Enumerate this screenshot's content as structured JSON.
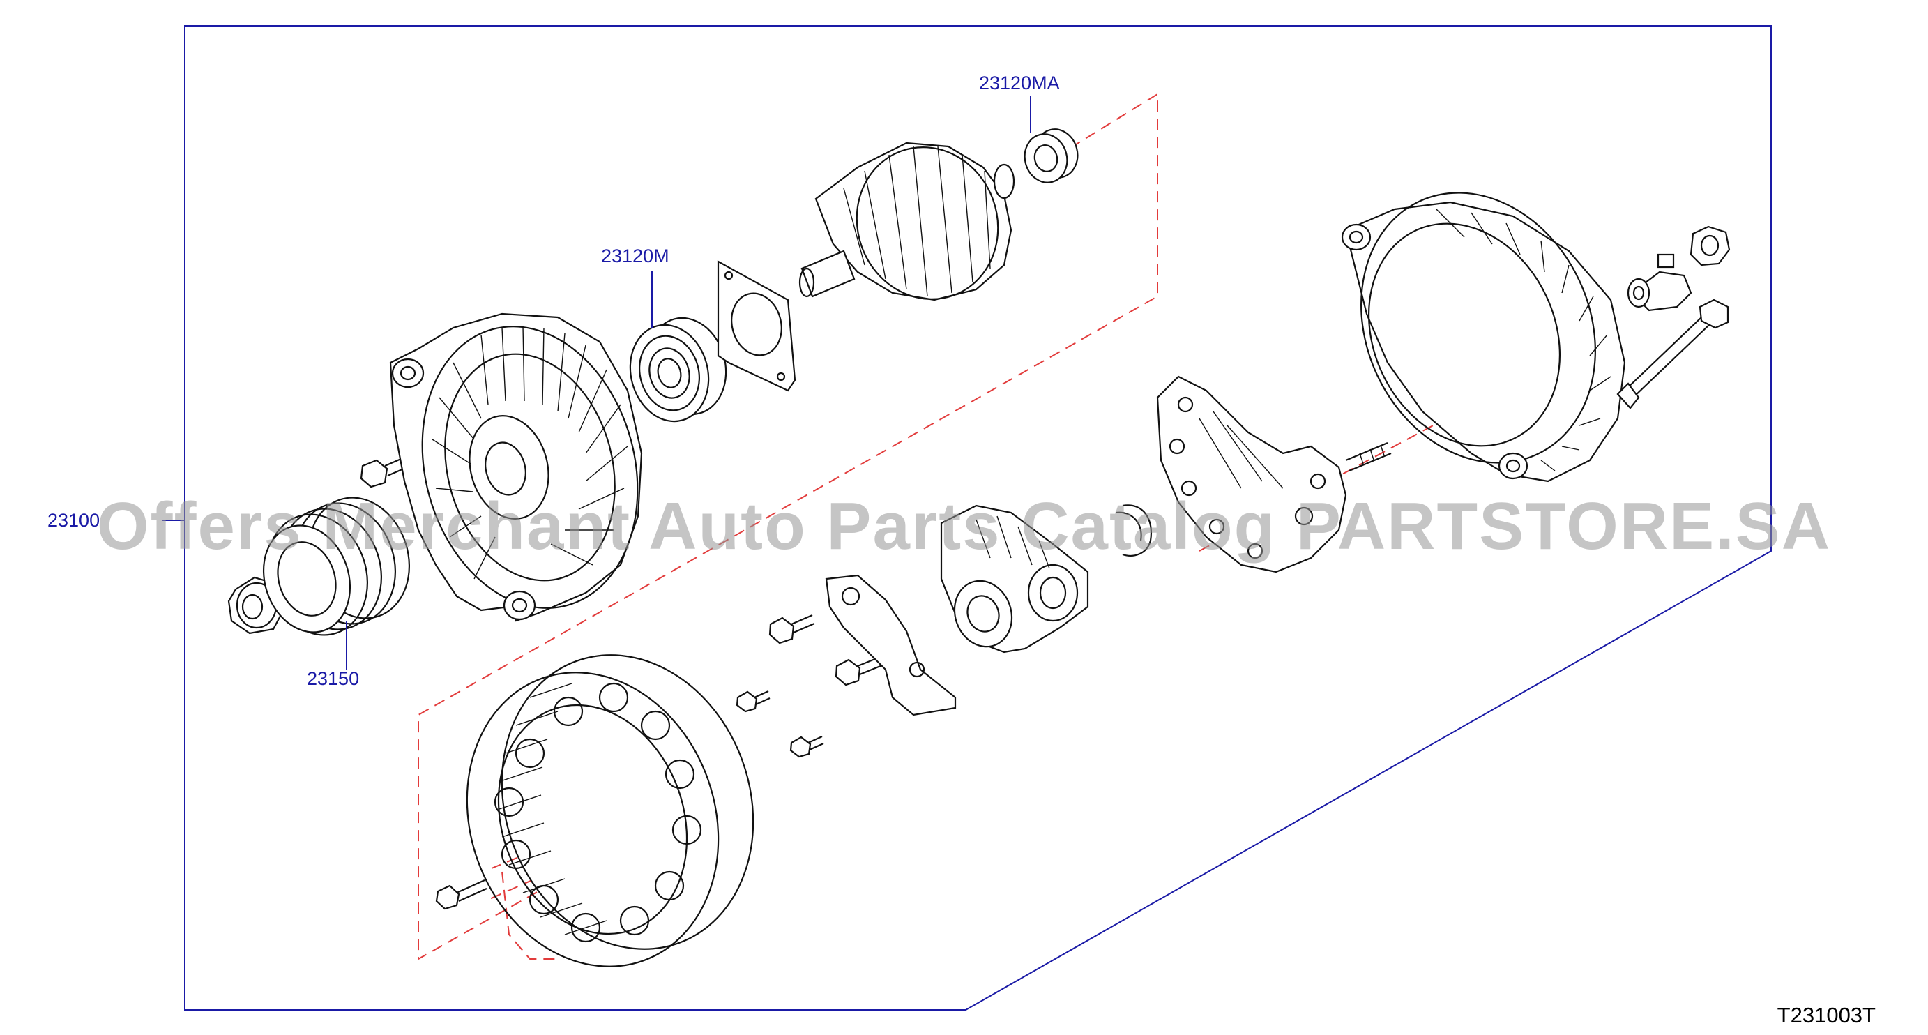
{
  "diagram_code": "T231003T",
  "watermark": "Offers Merchant Auto Parts Catalog PARTSTORE.SA",
  "callouts": {
    "assembly": "23100",
    "pulley": "23150",
    "front_bearing": "23120M",
    "rear_bearing": "23120MA"
  },
  "colors": {
    "frame": "#1a1aa6",
    "callout_text": "#1a1aa6",
    "explode_lines": "#e23b3b",
    "part_lines": "#111111"
  },
  "parts": [
    {
      "name": "pulley-nut-icon"
    },
    {
      "name": "pulley-icon"
    },
    {
      "name": "front-housing-icon"
    },
    {
      "name": "front-bearing-icon"
    },
    {
      "name": "retainer-plate-icon"
    },
    {
      "name": "rotor-icon"
    },
    {
      "name": "rear-bearing-icon"
    },
    {
      "name": "stator-icon"
    },
    {
      "name": "bracket-icon"
    },
    {
      "name": "voltage-regulator-icon"
    },
    {
      "name": "rectifier-icon"
    },
    {
      "name": "rear-housing-icon"
    },
    {
      "name": "terminal-bushing-icon"
    },
    {
      "name": "terminal-nut-icon"
    },
    {
      "name": "through-bolt-icon"
    }
  ]
}
